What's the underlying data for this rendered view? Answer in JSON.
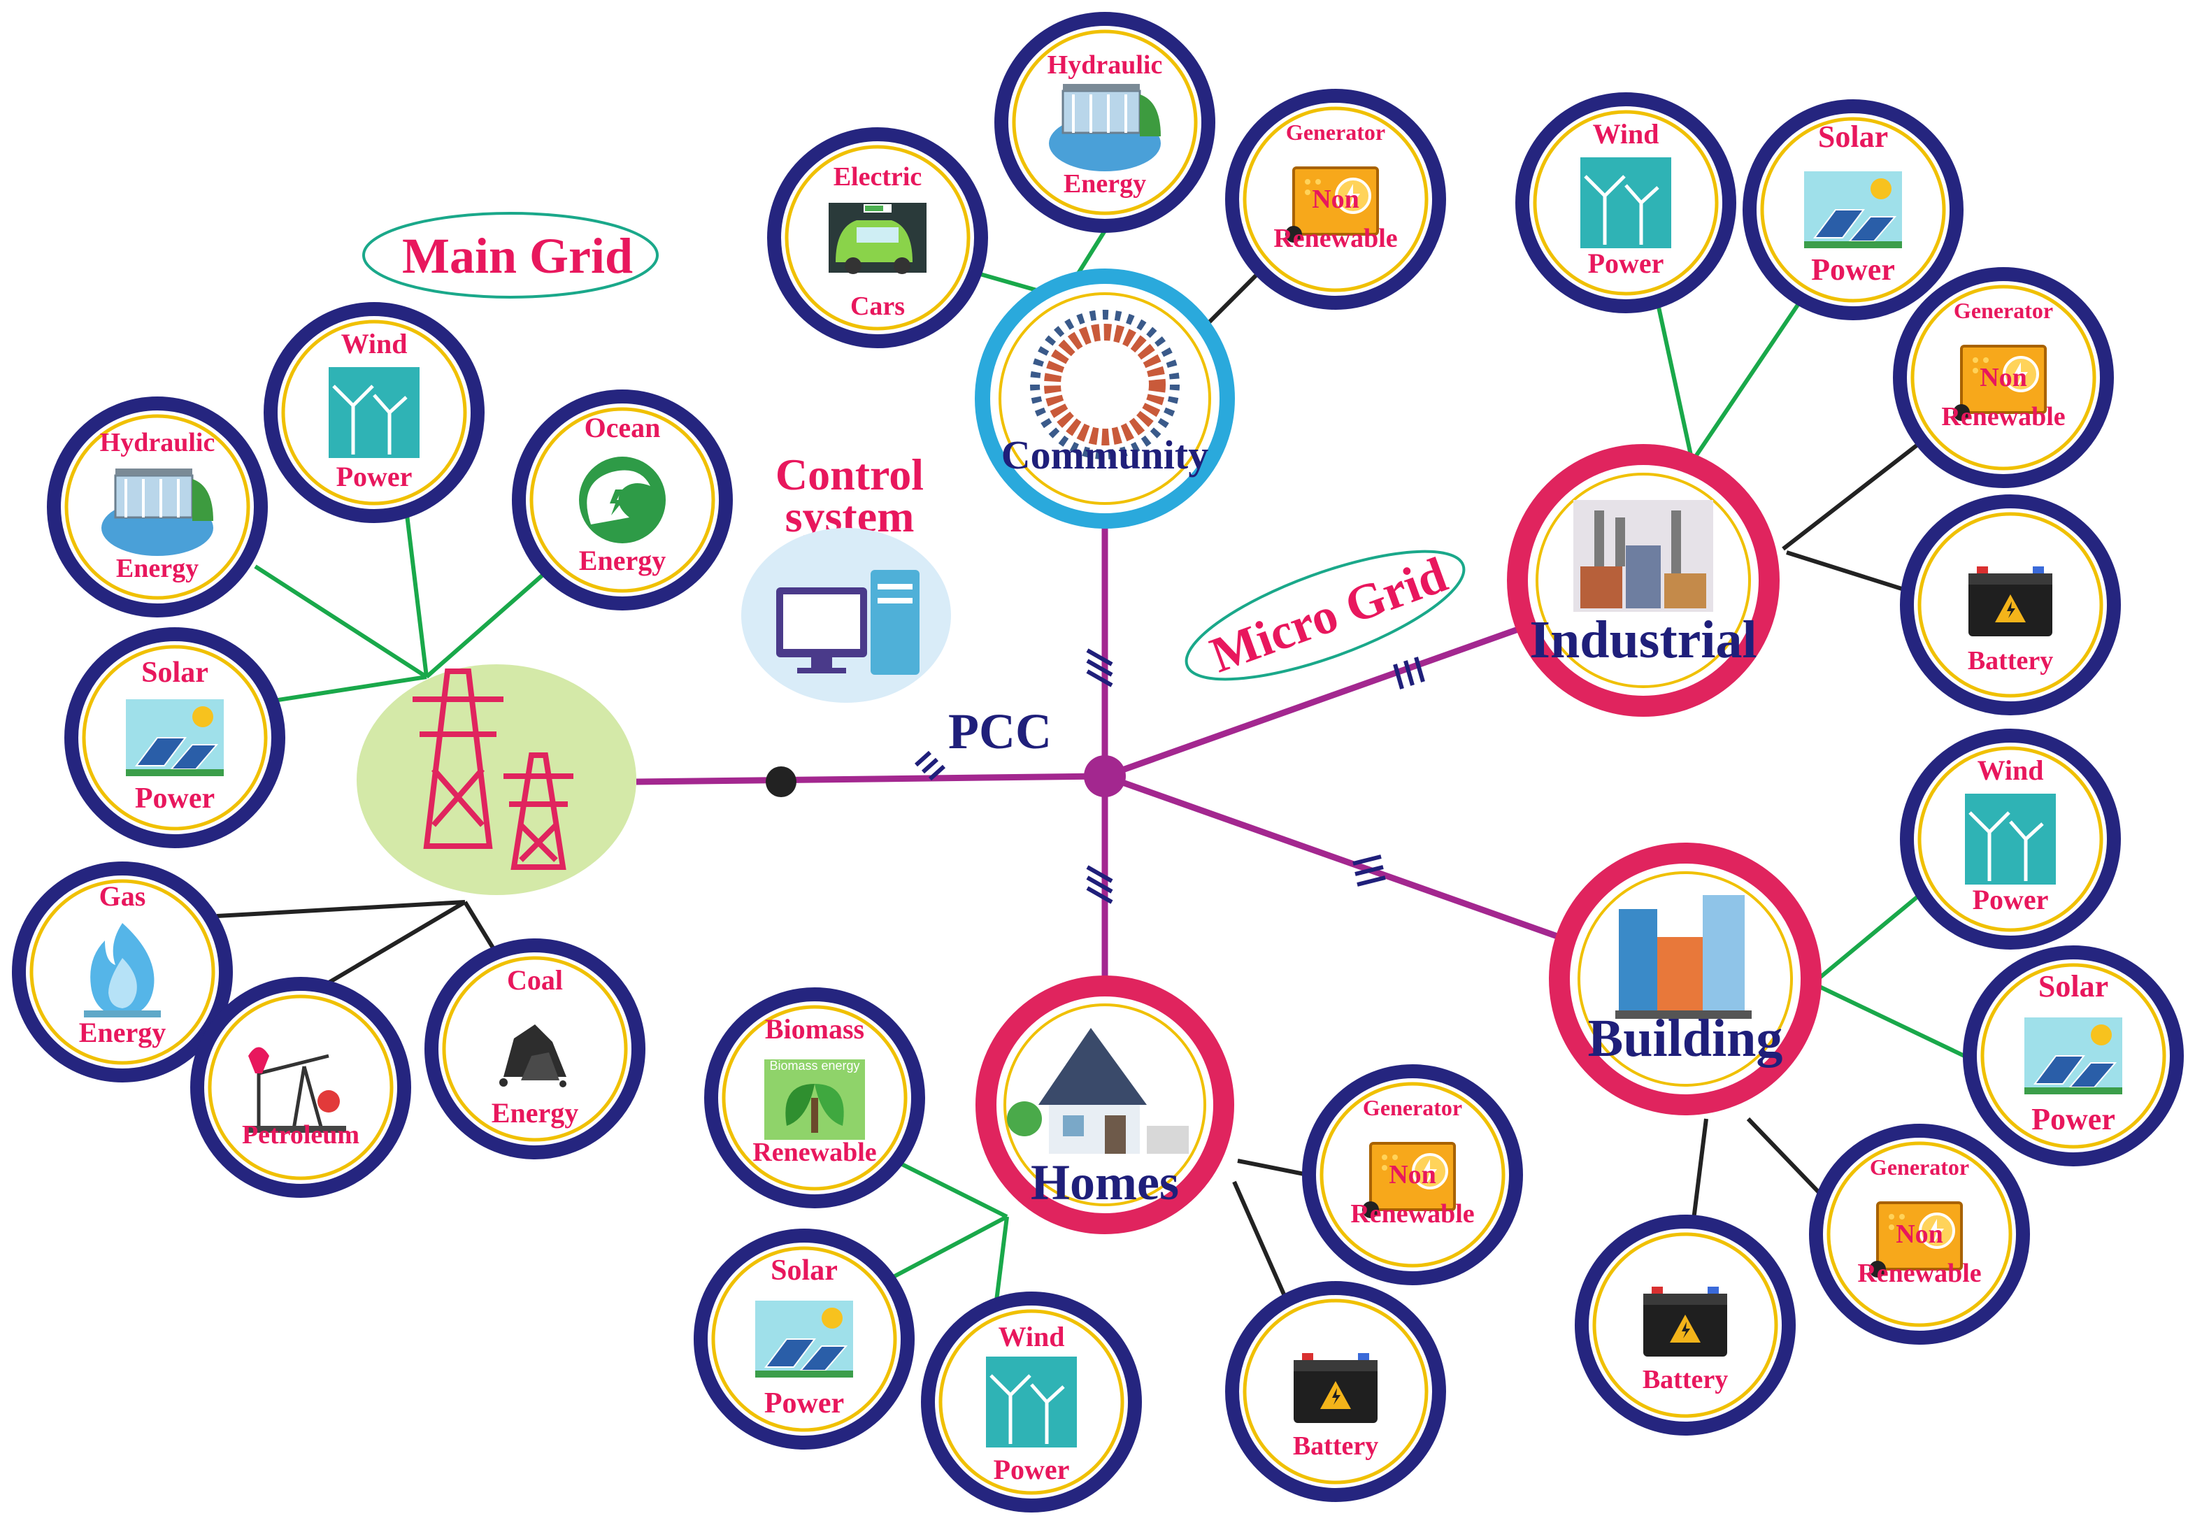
{
  "titles": {
    "main_grid": "Main Grid",
    "micro_grid": "Micro Grid",
    "control_line1": "Control",
    "control_line2": "system",
    "pcc": "PCC"
  },
  "hubs": {
    "community": "Community",
    "industrial": "Industrial",
    "building": "Building",
    "homes": "Homes"
  },
  "nodes": {
    "main_hydraulic": [
      "Hydraulic",
      "Energy"
    ],
    "main_wind": [
      "Wind",
      "Power"
    ],
    "main_ocean": [
      "Ocean",
      "Energy"
    ],
    "main_solar": [
      "Solar",
      "Power"
    ],
    "main_gas": [
      "Gas",
      "Energy"
    ],
    "main_petroleum": [
      "",
      "Petroleum"
    ],
    "main_coal": [
      "Coal",
      "Energy"
    ],
    "comm_electric": [
      "Electric",
      "Cars"
    ],
    "comm_hydraulic": [
      "Hydraulic",
      "Energy"
    ],
    "comm_generator": [
      "Generator",
      "Non",
      "Renewable"
    ],
    "ind_wind": [
      "Wind",
      "Power"
    ],
    "ind_solar": [
      "Solar",
      "Power"
    ],
    "ind_generator": [
      "Generator",
      "Non",
      "Renewable"
    ],
    "ind_battery": [
      "",
      "Battery"
    ],
    "bld_wind": [
      "Wind",
      "Power"
    ],
    "bld_solar": [
      "Solar",
      "Power"
    ],
    "bld_generator": [
      "Generator",
      "Non",
      "Renewable"
    ],
    "bld_battery": [
      "",
      "Battery"
    ],
    "home_biomass": [
      "Biomass",
      "Renewable"
    ],
    "home_biomass_img": "Biomass energy",
    "home_solar": [
      "Solar",
      "Power"
    ],
    "home_wind": [
      "Wind",
      "Power"
    ],
    "home_generator": [
      "Generator",
      "Non",
      "Renewable"
    ],
    "home_battery": [
      "",
      "Battery"
    ]
  },
  "colors": {
    "green_line": "#19a84a",
    "black_line": "#222222",
    "magenta_line": "#a3278f",
    "node_ring": "#25257f",
    "node_inner_ring": "#f0c000",
    "hub_red": "#e0245e",
    "hub_blue": "#2aa9dc",
    "label_red": "#e8175d",
    "label_navy": "#1f1f7a"
  },
  "icons": {
    "hydraulic": "dam-icon",
    "wind": "wind-turbine-icon",
    "ocean": "wave-icon",
    "solar": "solar-panel-icon",
    "gas": "flame-icon",
    "petroleum": "oil-pump-icon",
    "coal": "coal-icon",
    "electric_car": "electric-car-icon",
    "generator": "generator-icon",
    "battery": "battery-icon",
    "biomass": "leaf-icon",
    "tower": "power-tower-icon",
    "computer": "computer-icon",
    "people": "people-circle-icon",
    "factory": "factory-icon",
    "building": "building-icon",
    "house": "house-icon"
  }
}
